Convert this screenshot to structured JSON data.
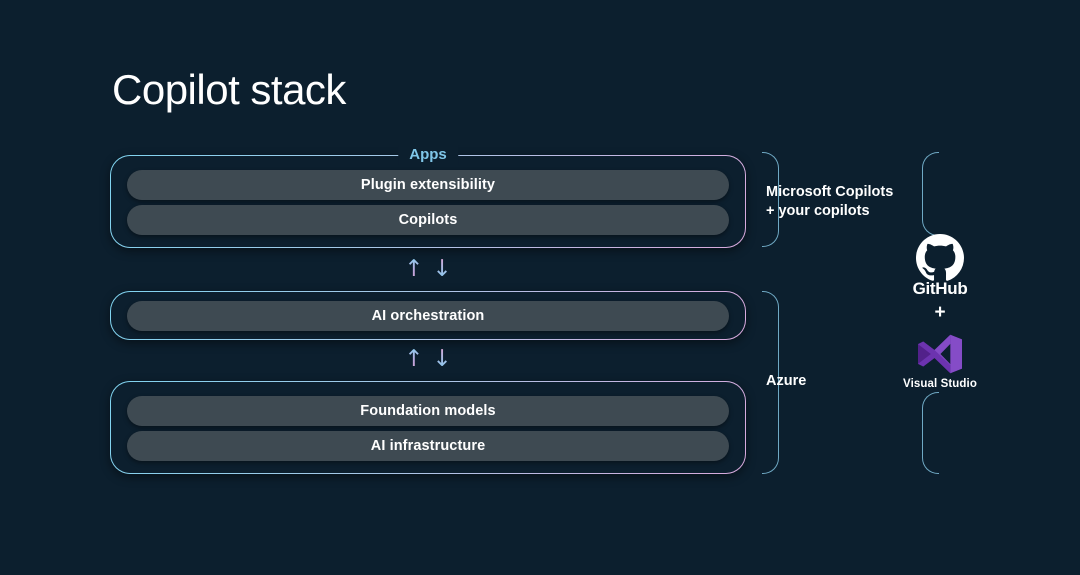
{
  "slide": {
    "title": "Copilot stack",
    "background_color": "#0c1f2e",
    "accent_blue": "#7fc6e8",
    "accent_pink": "#d9a9dd",
    "bracket_color": "#6fa9c4",
    "pill_color": "#3e4a52"
  },
  "layers": [
    {
      "id": "apps",
      "legend": "Apps",
      "items": [
        "Plugin extensibility",
        "Copilots"
      ]
    },
    {
      "id": "orchestration",
      "legend": "",
      "items": [
        "AI orchestration"
      ]
    },
    {
      "id": "foundation",
      "legend": "",
      "items": [
        "Foundation models",
        "AI infrastructure"
      ]
    }
  ],
  "connectors": [
    {
      "id": "apps-to-orchestration",
      "up": "↑",
      "down": "↓"
    },
    {
      "id": "orchestration-to-foundation",
      "up": "↑",
      "down": "↓"
    }
  ],
  "annotations": {
    "copilots": {
      "line1": "Microsoft Copilots",
      "line2": "+ your copilots"
    },
    "azure": "Azure"
  },
  "tools": {
    "github": {
      "name": "GitHub",
      "icon": "github-icon"
    },
    "separator": "+",
    "visual_studio": {
      "name": "Visual Studio",
      "icon": "visual-studio-icon",
      "color": "#8a5cd6"
    }
  }
}
